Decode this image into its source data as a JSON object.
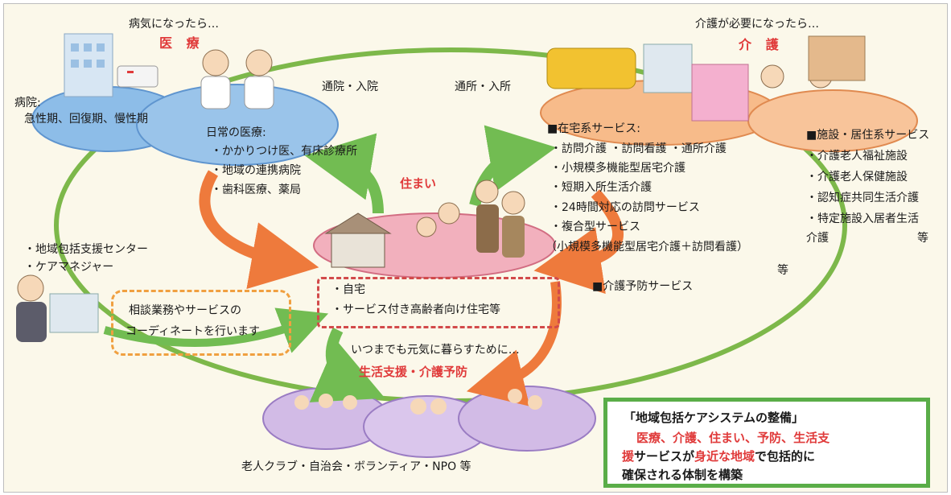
{
  "medical": {
    "trigger": "病気になったら…",
    "title": "医 療",
    "hospital_label": "病院:",
    "hospital_types": "急性期、回復期、慢性期",
    "daily_title": "日常の医療:",
    "daily_items": [
      "・かかりつけ医、有床診療所",
      "・地域の連携病院",
      "・歯科医療、薬局"
    ]
  },
  "flows": {
    "visit_hospital": "通院・入院",
    "visit_facility": "通所・入所"
  },
  "care": {
    "trigger": "介護が必要になったら…",
    "title": "介 護",
    "home_title": "■在宅系サービス:",
    "home_items": [
      "・訪問介護 ・訪問看護 ・通所介護",
      "・小規模多機能型居宅介護",
      "・短期入所生活介護",
      "・24時間対応の訪問サービス",
      "・複合型サービス",
      "（小規模多機能型居宅介護＋訪問看護）",
      "等"
    ],
    "prevention": "■介護予防サービス",
    "facility_title": "■施設・居住系サービス",
    "facility_items": [
      "・介護老人福祉施設",
      "・介護老人保健施設",
      "・認知症共同生活介護",
      "・特定施設入居者生活",
      "介護",
      "等"
    ]
  },
  "housing": {
    "title": "住まい",
    "items": [
      "・自宅",
      "・サービス付き高齢者向け住宅等"
    ]
  },
  "support": {
    "center_items": [
      "・地域包括支援センター",
      "・ケアマネジャー"
    ],
    "consult_line1": "相談業務やサービスの",
    "consult_line2": "コーディネートを行います"
  },
  "life": {
    "caption": "いつまでも元気に暮らすために…",
    "title": "生活支援・介護予防",
    "groups": "老人クラブ・自治会・ボランティア・NPO 等"
  },
  "summary": {
    "title": "「地域包括ケアシステムの整備」",
    "line1": [
      {
        "text": "医療、",
        "color": "#e03a3a"
      },
      {
        "text": "介護、",
        "color": "#e03a3a"
      },
      {
        "text": "住まい、",
        "color": "#e03a3a"
      },
      {
        "text": "予防、",
        "color": "#e03a3a"
      },
      {
        "text": "生活支",
        "color": "#e03a3a"
      }
    ],
    "line2": [
      {
        "text": "援",
        "color": "#e03a3a"
      },
      {
        "text": "サービスが",
        "color": "#1a1a1a"
      },
      {
        "text": "身近な地域",
        "color": "#e03a3a"
      },
      {
        "text": "で包括的に",
        "color": "#1a1a1a"
      }
    ],
    "line3": "確保される体制を構築"
  },
  "colors": {
    "ring": "#7db84a",
    "medical_blue": "#7fb0e0",
    "care_orange": "#f5b078",
    "housing_pink": "#f2b0bd",
    "life_purple": "#cdb6e2",
    "arrow_orange": "#ee7a3c",
    "arrow_green": "#72bc52",
    "accent_red": "#e03a3a"
  }
}
